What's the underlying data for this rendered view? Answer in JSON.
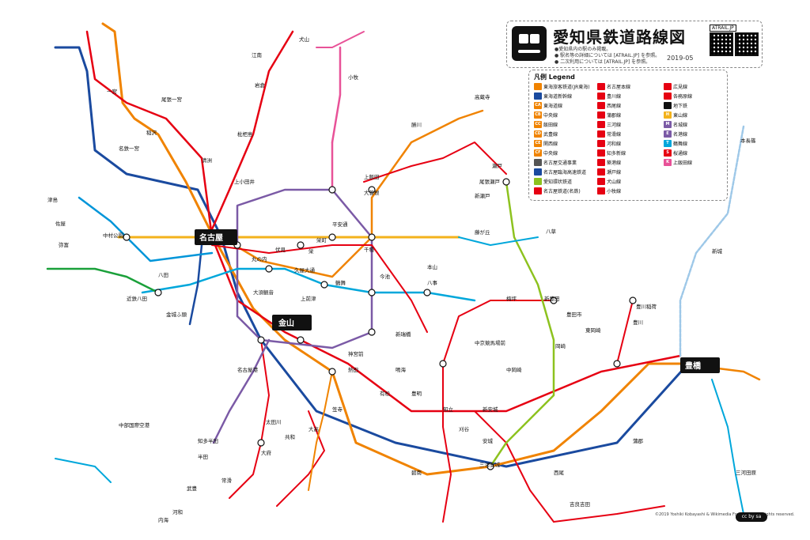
{
  "title": "愛知県鉄道路線図",
  "notes": [
    "●愛知県内の駅のみ掲載。",
    "● 駅名等の詳細については [ATRAIL.JP] を参照。",
    "● 二次利用については [ATRAIL.JP] を参照。"
  ],
  "date": "2019-05",
  "site_label": "ATRAIL.JP",
  "legend": {
    "heading": "凡例 Legend",
    "items": [
      {
        "code": "",
        "label": "東海旅客鉄道(JR東海)",
        "color": "#f08300"
      },
      {
        "code": "",
        "label": "東海道新幹線",
        "color": "#1a4a9f"
      },
      {
        "code": "CA",
        "label": "東海道線",
        "color": "#f08300"
      },
      {
        "code": "CB",
        "label": "中央線",
        "color": "#f08300"
      },
      {
        "code": "CC",
        "label": "飯田線",
        "color": "#f08300"
      },
      {
        "code": "CD",
        "label": "武豊線",
        "color": "#f08300"
      },
      {
        "code": "CE",
        "label": "関西線",
        "color": "#f08300"
      },
      {
        "code": "CF",
        "label": "中央線",
        "color": "#f08300"
      },
      {
        "code": "",
        "label": "名古屋交通事業",
        "color": "#555"
      },
      {
        "code": "",
        "label": "名古屋臨海高速鉄道",
        "color": "#1a4a9f"
      },
      {
        "code": "",
        "label": "愛知環状鉄道",
        "color": "#8dc21f"
      },
      {
        "code": "",
        "label": "名古屋鉄道(名鉄)",
        "color": "#e60012"
      },
      {
        "code": "",
        "label": "名古屋本線",
        "color": "#e60012"
      },
      {
        "code": "",
        "label": "豊川線",
        "color": "#e60012"
      },
      {
        "code": "",
        "label": "西尾線",
        "color": "#e60012"
      },
      {
        "code": "",
        "label": "蒲郡線",
        "color": "#e60012"
      },
      {
        "code": "",
        "label": "三河線",
        "color": "#e60012"
      },
      {
        "code": "",
        "label": "常滑線",
        "color": "#e60012"
      },
      {
        "code": "",
        "label": "河和線",
        "color": "#e60012"
      },
      {
        "code": "",
        "label": "知多新線",
        "color": "#e60012"
      },
      {
        "code": "",
        "label": "築港線",
        "color": "#e60012"
      },
      {
        "code": "",
        "label": "瀬戸線",
        "color": "#e60012"
      },
      {
        "code": "",
        "label": "犬山線",
        "color": "#e60012"
      },
      {
        "code": "",
        "label": "小牧線",
        "color": "#e60012"
      },
      {
        "code": "",
        "label": "広見線",
        "color": "#e60012"
      },
      {
        "code": "",
        "label": "各務原線",
        "color": "#e60012"
      },
      {
        "code": "",
        "label": "地下鉄",
        "color": "#111"
      },
      {
        "code": "H",
        "label": "東山線",
        "color": "#f3b21b"
      },
      {
        "code": "M",
        "label": "名城線",
        "color": "#7b5aa6"
      },
      {
        "code": "E",
        "label": "名港線",
        "color": "#7b5aa6"
      },
      {
        "code": "T",
        "label": "鶴舞線",
        "color": "#00a7db"
      },
      {
        "code": "S",
        "label": "桜通線",
        "color": "#e60012"
      },
      {
        "code": "K",
        "label": "上飯田線",
        "color": "#e85298"
      }
    ]
  },
  "central_stations": [
    {
      "name": "名古屋",
      "color": "#111"
    },
    {
      "name": "金山",
      "color": "#111"
    },
    {
      "name": "豊橋",
      "color": "#111"
    }
  ],
  "stations": [
    "犬山",
    "江南",
    "岩倉",
    "一宮",
    "尾張一宮",
    "名鉄一宮",
    "稲沢",
    "清洲",
    "枇杷島",
    "上小田井",
    "小牧",
    "勝川",
    "大曽根",
    "高蔵寺",
    "瀬戸",
    "尾張瀬戸",
    "新瀬戸",
    "八草",
    "藤が丘",
    "栄",
    "栄町",
    "伏見",
    "丸の内",
    "久屋大通",
    "千種",
    "今池",
    "本山",
    "上前津",
    "大須観音",
    "鶴舞",
    "八事",
    "新瑞橋",
    "神宮前",
    "熱田",
    "笠寺",
    "大高",
    "共和",
    "大府",
    "刈谷",
    "知立",
    "安城",
    "三河安城",
    "岡崎",
    "東岡崎",
    "豊田市",
    "新豊田",
    "梅坪",
    "豊川",
    "豊川稲荷",
    "蒲郡",
    "太田川",
    "常滑",
    "中部国際空港",
    "半田",
    "知多半田",
    "武豊",
    "河和",
    "内海",
    "津島",
    "佐屋",
    "弥富",
    "八田",
    "近鉄八田",
    "中村公園",
    "金城ふ頭",
    "上飯田",
    "平安通",
    "名古屋港",
    "三河田原",
    "新城",
    "本長篠",
    "中岡崎",
    "新安城",
    "西尾",
    "吉良吉田",
    "碧南",
    "豊明",
    "鳴海",
    "有松",
    "中京競馬場前"
  ],
  "credit": "©2019 Yoshiki Kobayashi & Wikimedia Foundation. All rights reserved.",
  "license": "cc by sa"
}
